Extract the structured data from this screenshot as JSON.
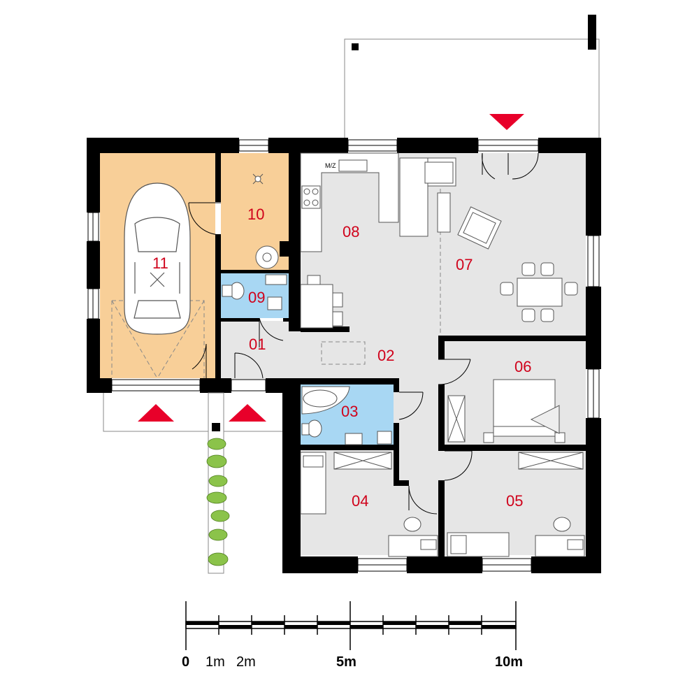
{
  "colors": {
    "wall": "#000000",
    "garage_floor": "#f8cf98",
    "bathroom_floor": "#a8d7f3",
    "room_floor": "#e6e6e6",
    "label": "#d0021b",
    "arrow": "#d0021b",
    "plant": "#7cb342"
  },
  "rooms": [
    {
      "id": "01"
    },
    {
      "id": "02"
    },
    {
      "id": "03"
    },
    {
      "id": "04"
    },
    {
      "id": "05"
    },
    {
      "id": "06"
    },
    {
      "id": "07"
    },
    {
      "id": "08"
    },
    {
      "id": "09"
    },
    {
      "id": "10"
    },
    {
      "id": "11"
    }
  ],
  "fixtures": {
    "washing_machine_label": "M/Z"
  },
  "scale_bar": {
    "labels": {
      "zero": "0",
      "one": "1m",
      "two": "2m",
      "five": "5m",
      "ten": "10m"
    }
  },
  "icons": [
    "entrance-arrow-icon",
    "car-icon",
    "bathtub-icon",
    "toilet-icon",
    "bed-icon",
    "armchair-icon",
    "desk-chair-icon"
  ]
}
